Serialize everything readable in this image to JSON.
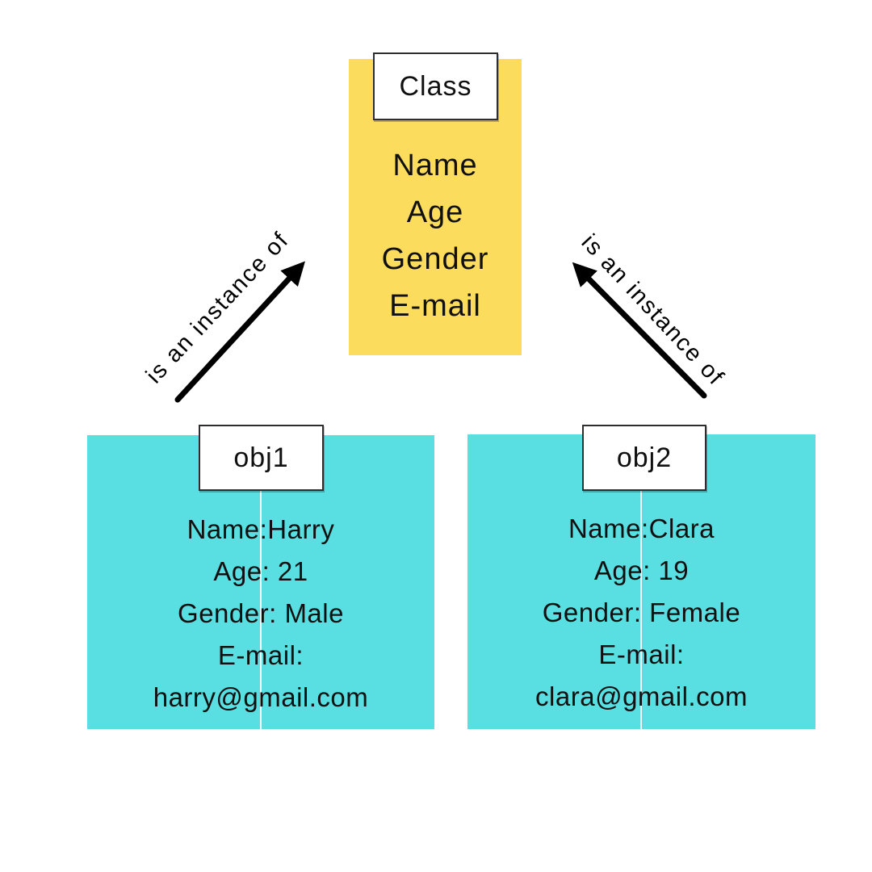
{
  "diagram": {
    "background_color": "#ffffff",
    "arrow_color": "#000000",
    "class_box": {
      "label": "Class",
      "fill_color": "#FBDC5C",
      "attributes": [
        "Name",
        "Age",
        "Gender",
        "E-mail"
      ]
    },
    "objects": [
      {
        "label": "obj1",
        "fill_color": "#59DFE2",
        "attributes": [
          "Name:Harry",
          "Age: 21",
          "Gender: Male",
          "E-mail:",
          "harry@gmail.com"
        ]
      },
      {
        "label": "obj2",
        "fill_color": "#59DFE2",
        "attributes": [
          "Name:Clara",
          "Age: 19",
          "Gender: Female",
          "E-mail:",
          "clara@gmail.com"
        ]
      }
    ],
    "relations": [
      {
        "label": "is an instance of",
        "from": "obj1",
        "to": "Class"
      },
      {
        "label": "is an instance of",
        "from": "obj2",
        "to": "Class"
      }
    ]
  }
}
